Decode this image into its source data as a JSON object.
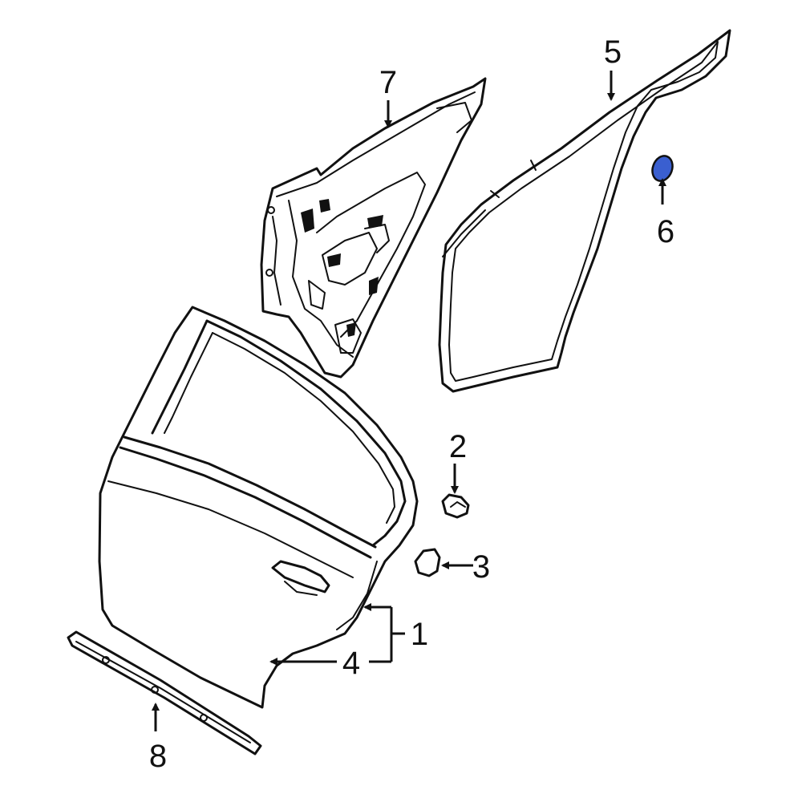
{
  "diagram": {
    "callouts": {
      "c1": "1",
      "c2": "2",
      "c3": "3",
      "c4": "4",
      "c5": "5",
      "c6": "6",
      "c7": "7",
      "c8": "8"
    },
    "colors": {
      "highlight_part": "#3a5fd0",
      "line": "#111111",
      "background": "#ffffff"
    }
  }
}
